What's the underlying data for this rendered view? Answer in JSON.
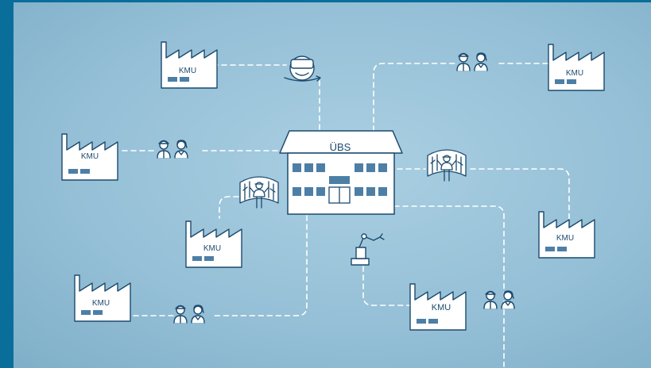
{
  "diagram": {
    "hub_label": "ÜBS",
    "factory_label": "KMU",
    "factory_count": 7,
    "colors": {
      "background_light": "#aacfe2",
      "background_mid": "#94bfd6",
      "background_dark": "#80b0c9",
      "frame": "#0a6e9b",
      "line": "#ffffff",
      "stroke": "#1c4a6e",
      "window": "#4d7fa6",
      "fill": "#ffffff"
    },
    "icons": [
      "vr-headset-icon",
      "workers-icon",
      "projection-room-icon",
      "robot-arm-icon"
    ]
  }
}
